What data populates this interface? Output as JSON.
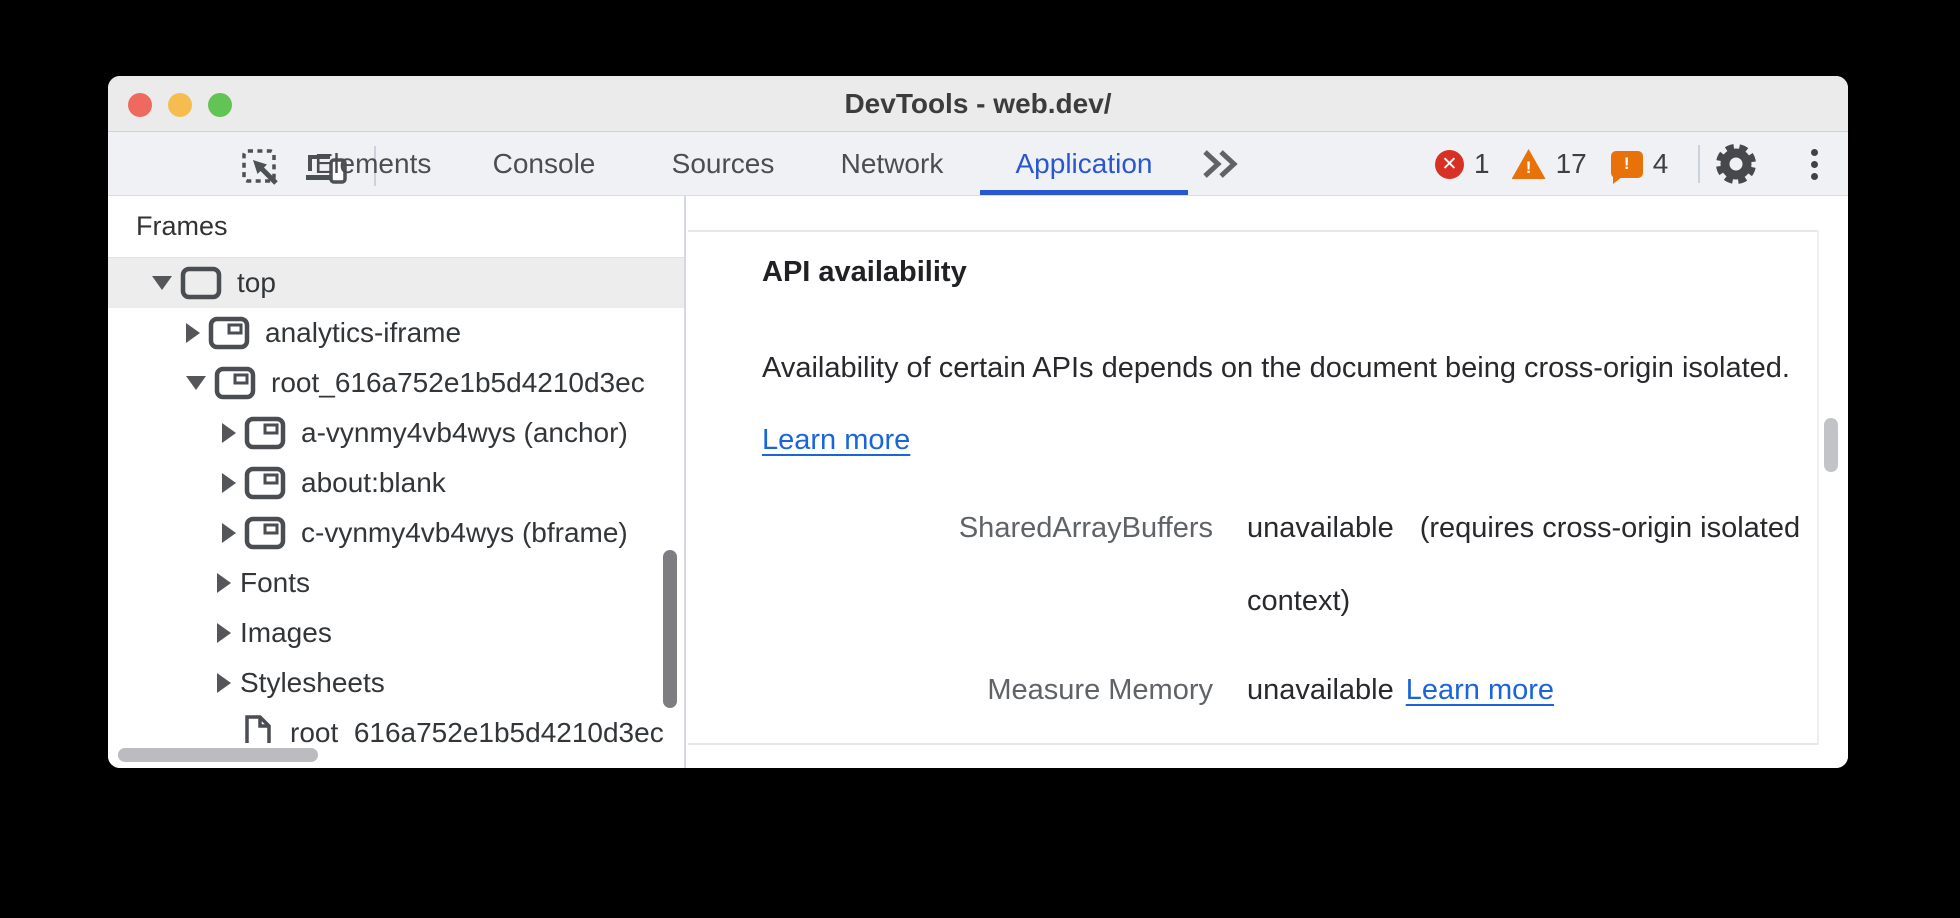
{
  "window": {
    "title": "DevTools - web.dev/"
  },
  "toolbar": {
    "tabs": [
      {
        "label": "Elements",
        "active": false
      },
      {
        "label": "Console",
        "active": false
      },
      {
        "label": "Sources",
        "active": false
      },
      {
        "label": "Network",
        "active": false
      },
      {
        "label": "Application",
        "active": true
      }
    ],
    "more_tabs_icon": "double-chevron-right",
    "badges": {
      "error_count": "1",
      "error_glyph": "✕",
      "warning_count": "17",
      "warning_glyph": "!",
      "issue_count": "4",
      "issue_glyph": "!"
    },
    "colors": {
      "active_tab": "#2857d0",
      "error": "#d93025",
      "warning": "#e8710a"
    }
  },
  "sidebar": {
    "header": "Frames",
    "tree": [
      {
        "label": "top"
      },
      {
        "label": "analytics-iframe"
      },
      {
        "label": "root_616a752e1b5d4210d3ec"
      },
      {
        "label": "a-vynmy4vb4wys (anchor)"
      },
      {
        "label": "about:blank"
      },
      {
        "label": "c-vynmy4vb4wys (bframe)"
      },
      {
        "label": "Fonts"
      },
      {
        "label": "Images"
      },
      {
        "label": "Stylesheets"
      },
      {
        "label": "root_616a752e1b5d4210d3ec"
      }
    ]
  },
  "content": {
    "heading": "API availability",
    "paragraph_text": "Availability of certain APIs depends on the document being cross-origin isolated. ",
    "paragraph_link": "Learn more",
    "rows": [
      {
        "key": "SharedArrayBuffers",
        "value": "unavailable",
        "note": "(requires cross-origin isolated context)"
      },
      {
        "key": "Measure Memory",
        "value": "unavailable",
        "link": "Learn more"
      }
    ],
    "link_color": "#1a65d9"
  }
}
